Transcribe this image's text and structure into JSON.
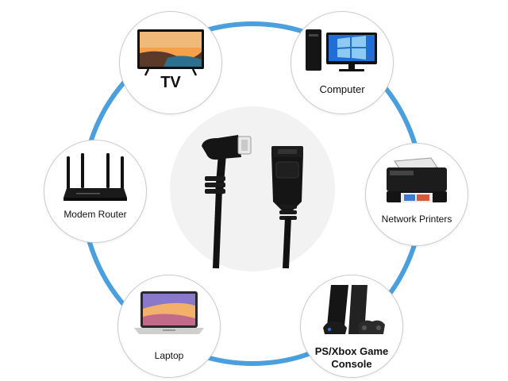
{
  "colors": {
    "ring": "#4a9fde",
    "node_border": "#c9ccd0",
    "center_bg": "#f2f2f2",
    "cable": "#121212"
  },
  "devices": {
    "tv": {
      "label": "TV",
      "icon": "tv-icon"
    },
    "computer": {
      "label": "Computer",
      "icon": "desktop-computer-icon"
    },
    "modem_router": {
      "label": "Modem Router",
      "icon": "router-icon"
    },
    "network_printers": {
      "label": "Network Printers",
      "icon": "printer-icon"
    },
    "laptop": {
      "label": "Laptop",
      "icon": "laptop-icon"
    },
    "game_console": {
      "label_line1": "PS/Xbox Game",
      "label_line2": "Console",
      "icon": "game-console-icon"
    }
  },
  "product": {
    "icon": "ethernet-extension-cable-icon"
  }
}
